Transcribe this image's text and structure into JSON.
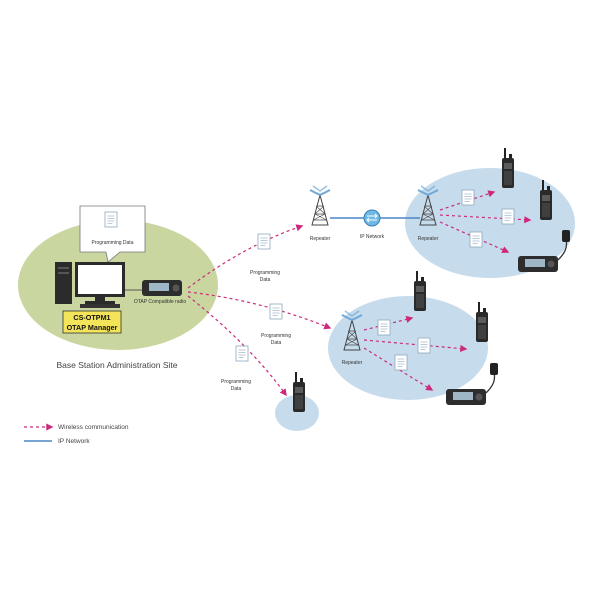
{
  "diagram": {
    "base_site": {
      "title": "Base Station Administration Site",
      "callout_label": "Programming Data",
      "product_line1": "CS-OTPM1",
      "product_line2": "OTAP Manager",
      "radio_label": "OTAP Compatible radio"
    },
    "links": {
      "programming_data_line1": "Programming",
      "programming_data_line2": "Data"
    },
    "network": {
      "repeater_label": "Repeater",
      "ip_network_label": "IP Network"
    },
    "legend": {
      "wireless_label": "Wireless communication",
      "ip_label": "IP Network"
    },
    "colors": {
      "base_area": "#c9d6a0",
      "remote_area": "#c6dbec",
      "wireless": "#cc2a7e",
      "ip_link": "#4a86c5",
      "product_box": "#f3e45a"
    }
  }
}
